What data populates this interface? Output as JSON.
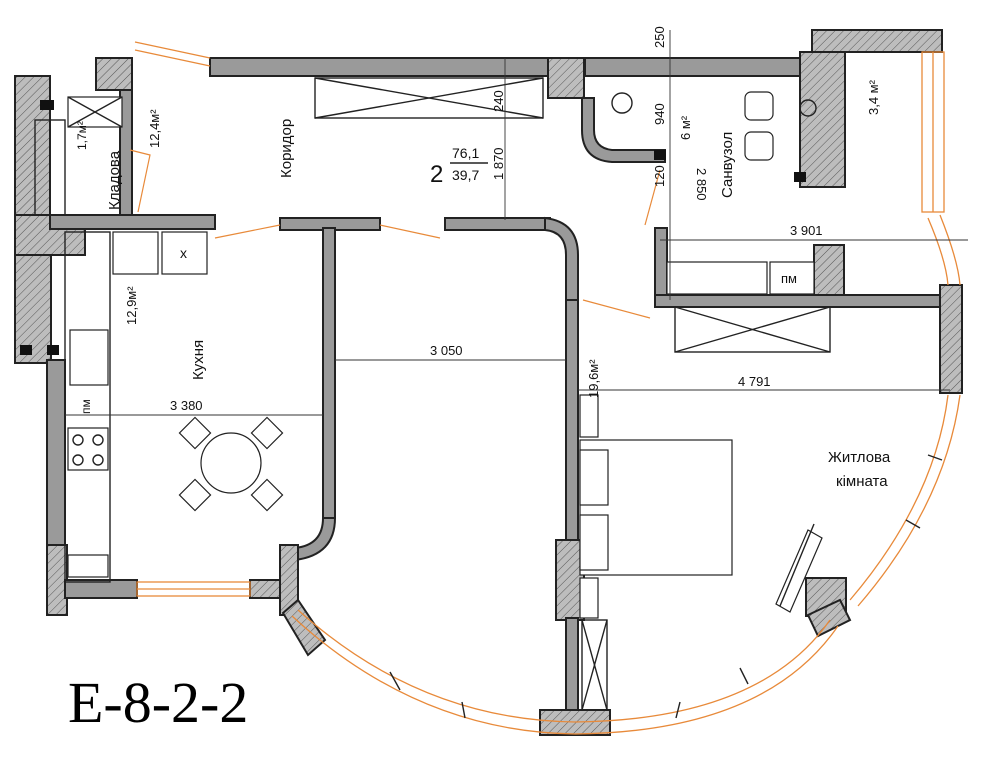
{
  "plan_code": "E-8-2-2",
  "rooms": {
    "storage": {
      "name": "Кладова",
      "area": "1,7м²"
    },
    "corridor": {
      "name": "Коридор",
      "area": "12,4м²"
    },
    "kitchen": {
      "name": "Кухня",
      "area": "12,9м²"
    },
    "bathroom": {
      "name": "Санвузол",
      "area": "6 м²"
    },
    "balcony": {
      "area": "3,4 м²"
    },
    "living": {
      "name_line1": "Житлова",
      "name_line2": "кімната",
      "area": "19,6м²"
    }
  },
  "apartment": {
    "rooms_count": "2",
    "total_area": "76,1",
    "living_area": "39,7"
  },
  "dimensions": {
    "d250": "250",
    "d240": "240",
    "d940": "940",
    "d1870": "1 870",
    "d120": "120",
    "d2850": "2 850",
    "d3901": "3 901",
    "d3050": "3 050",
    "d3380": "3 380",
    "d4791": "4 791"
  },
  "fixtures": {
    "kitchen_niche": "пм",
    "bathroom_niche": "пм",
    "x_mark": "x"
  }
}
